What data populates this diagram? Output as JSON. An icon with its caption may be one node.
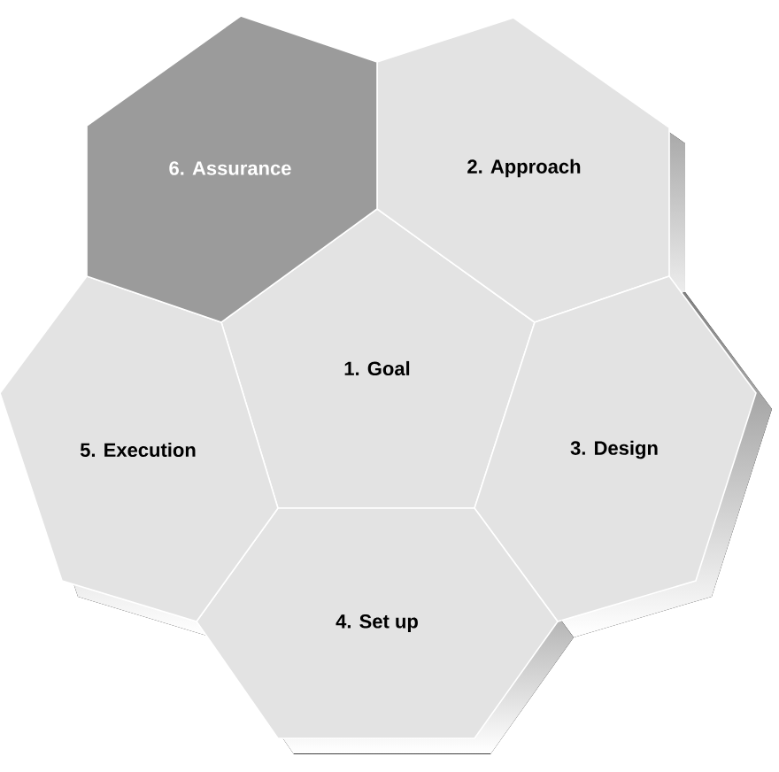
{
  "diagram": {
    "nodes": [
      {
        "text": [
          "1. Goal"
        ]
      },
      {
        "text": [
          "2. Approach"
        ]
      },
      {
        "text": [
          "3. Design"
        ]
      },
      {
        "text": [
          "4. Set up"
        ]
      },
      {
        "text": [
          "5. Execution"
        ]
      },
      {
        "text": [
          "6. Assurance"
        ]
      }
    ]
  }
}
